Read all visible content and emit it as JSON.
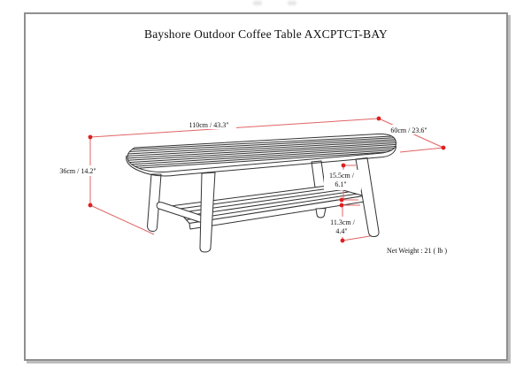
{
  "page": {
    "title": "Bayshore Outdoor Coffee Table AXCPTCT-BAY"
  },
  "diagram": {
    "product": "outdoor coffee table with slatted oval top and slatted lower shelf",
    "dimensions": {
      "width": {
        "label": "110cm / 43.3\""
      },
      "depth": {
        "label": "60cm / 23.6\""
      },
      "height": {
        "label": "36cm / 14.2\""
      },
      "top_to_shelf": {
        "label_cm": "15.5cm /",
        "label_in": "6.1\""
      },
      "shelf_to_floor": {
        "label_cm": "11.3cm /",
        "label_in": "4.4\""
      }
    },
    "net_weight": "Net Weight :  21 ( lb )"
  },
  "colors": {
    "dimension_line": "#e06464",
    "dimension_dot": "#df1f1f",
    "drawing_line": "#333333",
    "frame_border": "#8f8f8f"
  }
}
